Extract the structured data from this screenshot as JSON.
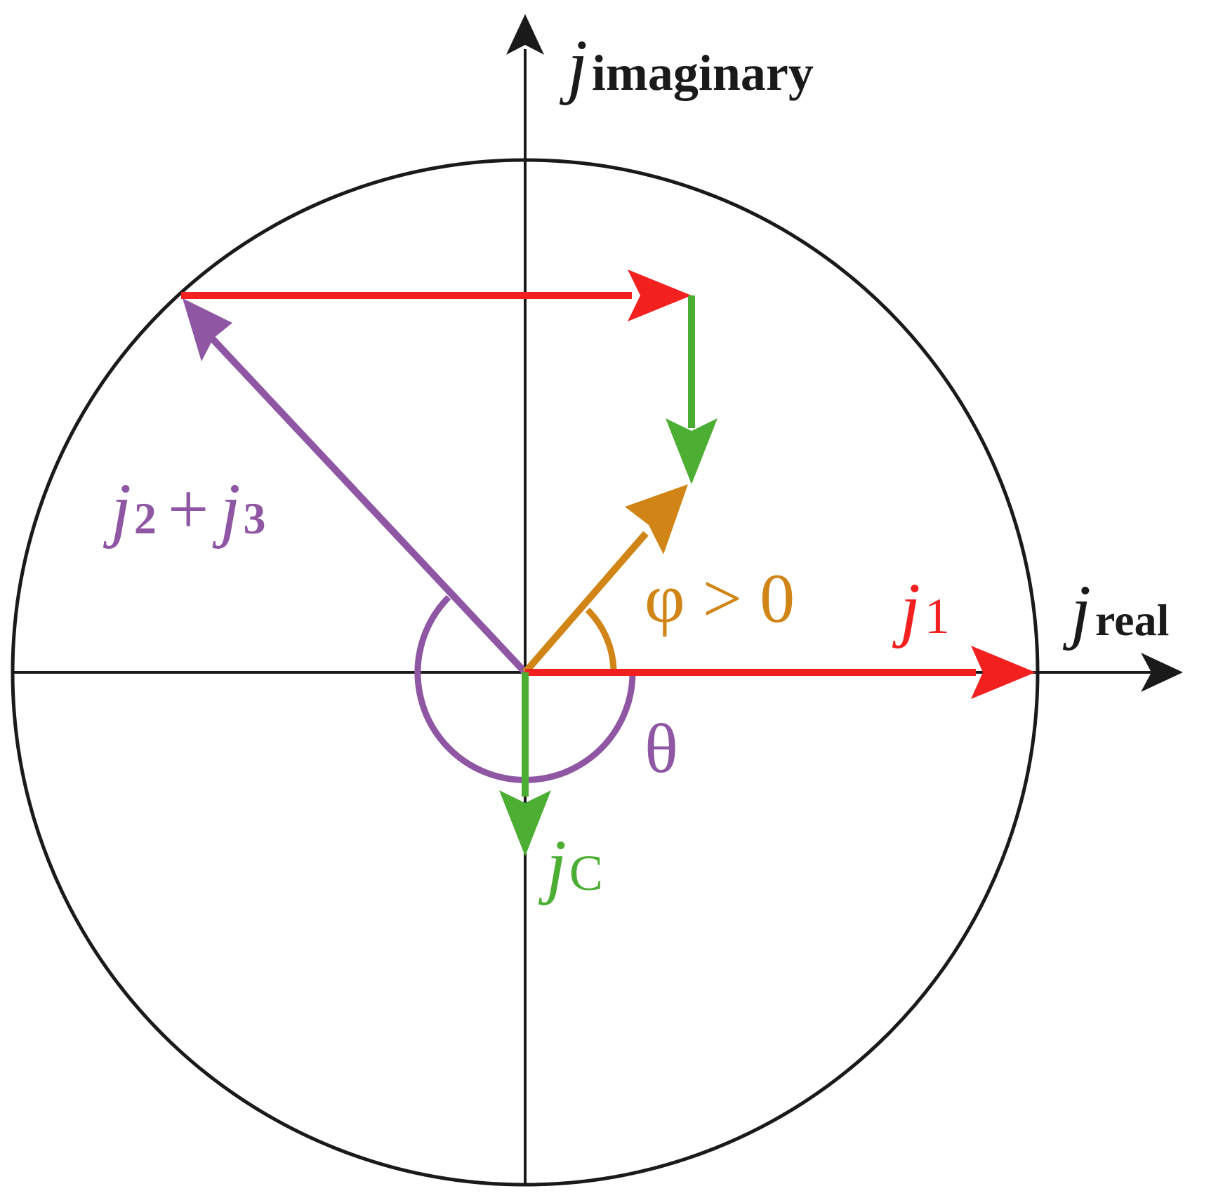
{
  "colors": {
    "axis": "#1a1a1a",
    "j1": "#f2201f",
    "j23": "#8e56a3",
    "jc": "#4cae33",
    "phi": "#d08516",
    "theta": "#8e56a3"
  },
  "labels": {
    "imag_j": "j",
    "imag_sub": "imaginary",
    "real_j": "j",
    "real_sub": "real",
    "j1_j": "j",
    "j1_sub": "1",
    "jc_j": "j",
    "jc_sub": "C",
    "j23_j2": "j",
    "j23_sub2": "2",
    "j23_plus": "+",
    "j23_j3": "j",
    "j23_sub3": "3",
    "phi": "φ > 0",
    "theta": "θ"
  }
}
